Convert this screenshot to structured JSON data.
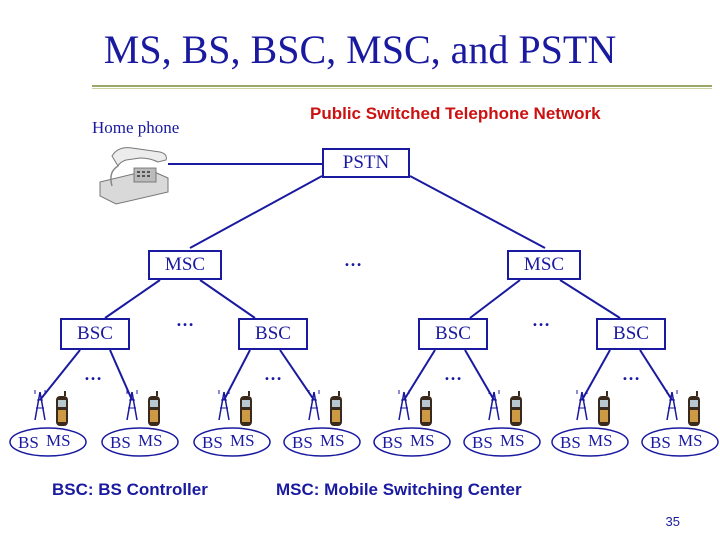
{
  "title": "MS, BS, BSC, MSC, and PSTN",
  "pstn_heading": "Public Switched Telephone Network",
  "home_phone": "Home phone",
  "pstn_box": "PSTN",
  "msc_left": "MSC",
  "msc_right": "MSC",
  "msc_ellipsis": "…",
  "bsc_labels": [
    "BSC",
    "BSC",
    "BSC",
    "BSC"
  ],
  "bsc_ellipsis_left": "…",
  "bsc_ellipsis_right": "…",
  "bs_ellipsis": [
    "…",
    "…",
    "…",
    "…"
  ],
  "bs_label": "BS",
  "ms_label": "MS",
  "legend_bsc": "BSC: BS Controller",
  "legend_msc": "MSC: Mobile Switching Center",
  "page_number": "35",
  "colors": {
    "line": "#1a1aa0",
    "heading_red": "#cc1111",
    "rule": "#9aa86a"
  }
}
